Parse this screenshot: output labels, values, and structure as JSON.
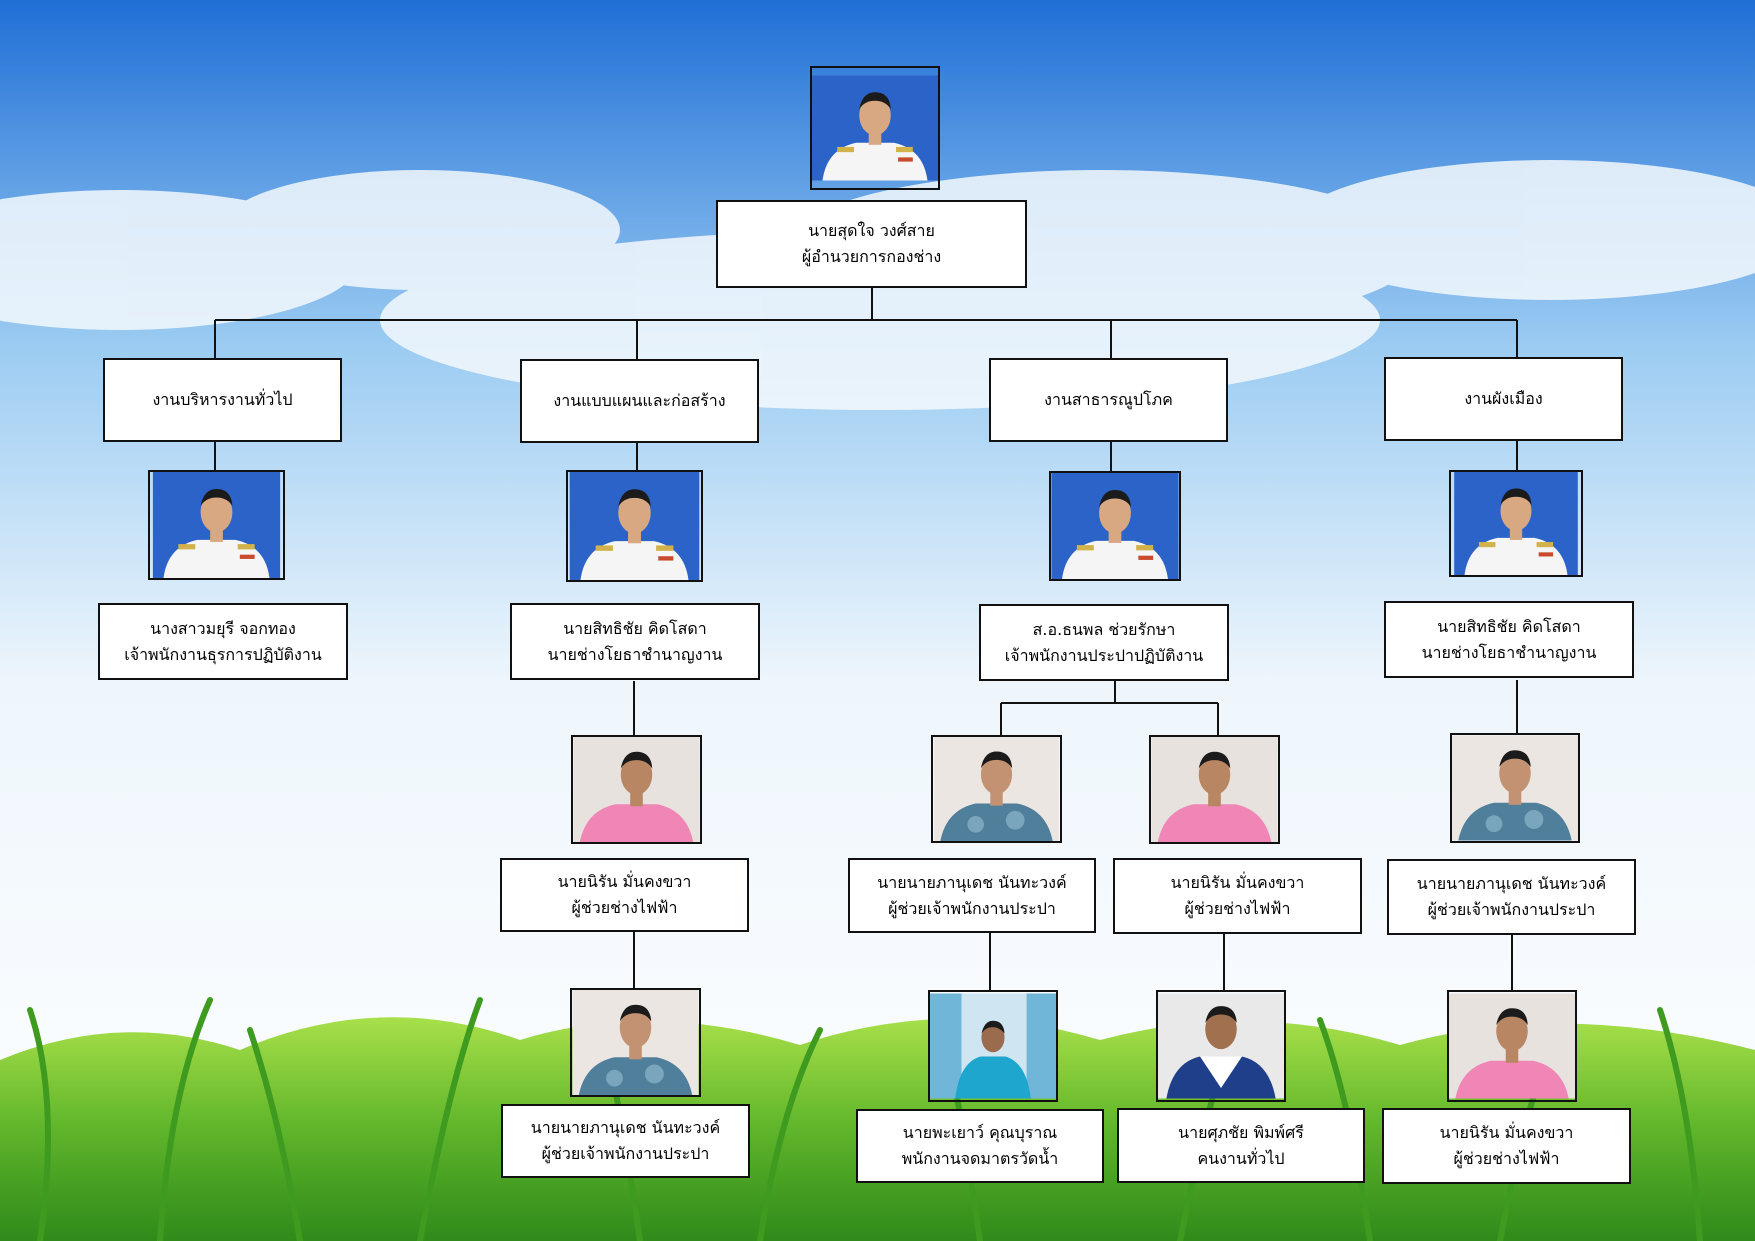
{
  "colors": {
    "sky_top": "#1f6fd6",
    "sky_mid": "#9cccf2",
    "cloud": "#f4f9fd",
    "grass_dark": "#2f8a1a",
    "grass_light": "#8fd63a"
  },
  "director": {
    "name": "นายสุดใจ วงศ์สาย",
    "title": "ผู้อำนวยการกองช่าง"
  },
  "divisions": [
    {
      "name": "งานบริหารงานทั่วไป",
      "head": {
        "name": "นางสาวมยุรี จอกทอง",
        "title": "เจ้าพนักงานธุรการปฏิบัติงาน"
      }
    },
    {
      "name": "งานแบบแผนและก่อสร้าง",
      "head": {
        "name": "นายสิทธิชัย  คิดโสดา",
        "title": "นายช่างโยธาชำนาญงาน"
      },
      "staff": [
        {
          "name": "นายนิรัน  มั่นคงขวา",
          "title": "ผู้ช่วยช่างไฟฟ้า"
        },
        {
          "name": "นายนายภานุเดช นันทะวงค์",
          "title": "ผู้ช่วยเจ้าพนักงานประปา"
        }
      ]
    },
    {
      "name": "งานสาธารณูปโภค",
      "head": {
        "name": "ส.อ.ธนพล ช่วยรักษา",
        "title": "เจ้าพนักงานประปาปฏิบัติงาน"
      },
      "staff": [
        {
          "name": "นายนายภานุเดช นันทะวงค์",
          "title": "ผู้ช่วยเจ้าพนักงานประปา"
        },
        {
          "name": "นายนิรัน  มั่นคงขวา",
          "title": "ผู้ช่วยช่างไฟฟ้า"
        },
        {
          "name": "นายพะเยาว์ คุณบุราณ",
          "title": "พนักงานจดมาตรวัดน้ำ"
        },
        {
          "name": "นายศุภชัย พิมพ์ศรี",
          "title": "คนงานทั่วไป"
        }
      ]
    },
    {
      "name": "งานผังเมือง",
      "head": {
        "name": "นายสิทธิชัย  คิดโสดา",
        "title": "นายช่างโยธาชำนาญงาน"
      },
      "staff": [
        {
          "name": "นายนายภานุเดช นันทะวงค์",
          "title": "ผู้ช่วยเจ้าพนักงานประปา"
        },
        {
          "name": "นายนิรัน  มั่นคงขวา",
          "title": "ผู้ช่วยช่างไฟฟ้า"
        }
      ]
    }
  ]
}
